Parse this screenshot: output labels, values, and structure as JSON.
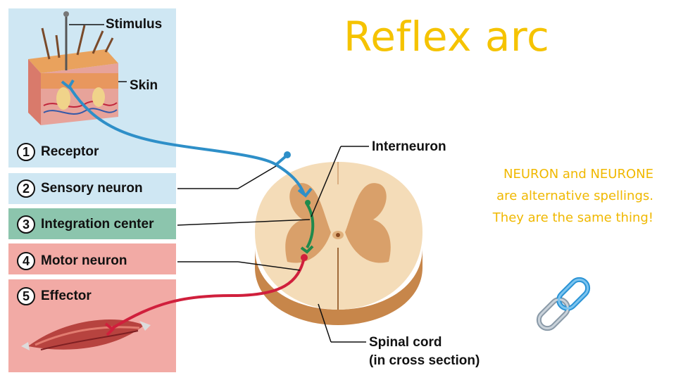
{
  "title": "Reflex arc",
  "note": {
    "line1": "NEURON and NEURONE",
    "line2": "are alternative spellings.",
    "line3": "They are the same thing!"
  },
  "labels": {
    "stimulus": "Stimulus",
    "skin": "Skin",
    "interneuron": "Interneuron",
    "spinal_cord_1": "Spinal cord",
    "spinal_cord_2": "(in cross section)"
  },
  "steps": [
    {
      "num": "1",
      "label": "Receptor"
    },
    {
      "num": "2",
      "label": "Sensory neuron"
    },
    {
      "num": "3",
      "label": "Integration center"
    },
    {
      "num": "4",
      "label": "Motor neuron"
    },
    {
      "num": "5",
      "label": "Effector"
    }
  ],
  "colors": {
    "sensory": "#2e8fc8",
    "interneuron": "#1f8a4c",
    "motor": "#d01f3c",
    "title": "#f5c300"
  },
  "icons": {
    "link": "chain-link-icon"
  }
}
